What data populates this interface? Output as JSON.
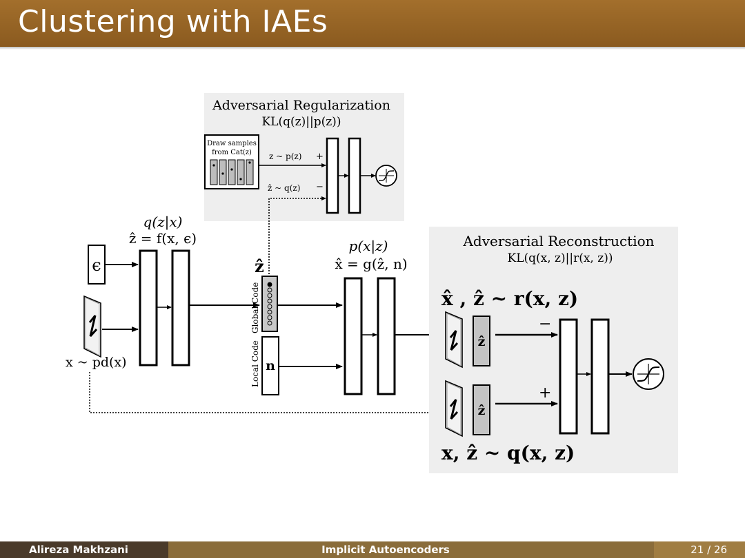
{
  "slide": {
    "title": "Clustering with IAEs"
  },
  "footer": {
    "author": "Alireza Makhzani",
    "talk": "Implicit Autoencoders",
    "page": "21 / 26"
  },
  "diagram": {
    "adv_reg": {
      "title": "Adversarial Regularization",
      "kl": "KL(q(z)||p(z))",
      "draw_line1": "Draw samples",
      "draw_line2": "from Cat(z)",
      "prior_sample": "z ~ p(z)",
      "post_sample": "ẑ ~ q(z)",
      "plus": "+",
      "minus": "−"
    },
    "encoder": {
      "label1": "q(z|x)",
      "label2": "ẑ = f(x, ϵ)",
      "noise": "ϵ",
      "data": "x ~ pd(x)"
    },
    "codes": {
      "zhat": "ẑ",
      "global": "Global Code",
      "local": "Local Code",
      "n": "n"
    },
    "decoder": {
      "label1": "p(x|z)",
      "label2": "x̂ = g(ẑ, n)"
    },
    "adv_rec": {
      "title": "Adversarial Reconstruction",
      "kl": "KL(q(x, z)||r(x, z))",
      "top": "x̂ , ẑ ~ r(x, z)",
      "bottom": "x, ẑ ~ q(x, z)",
      "zhat_top": "ẑ",
      "zhat_bottom": "ẑ",
      "minus": "−",
      "plus": "+"
    }
  }
}
